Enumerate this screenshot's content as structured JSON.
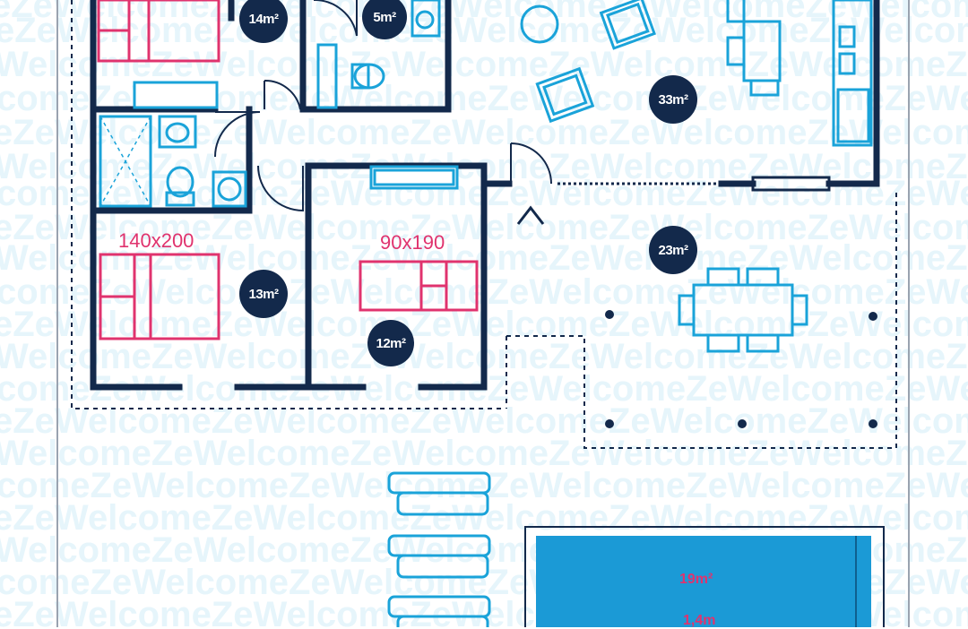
{
  "watermark": {
    "lines": [
      "eZeWelcomeZeWelcomeZeWelcomeZeWelcomeZeWelcomeZeWelcomeZe",
      "WelcomeZeWelcomeZeWelcomeZeWelcomeZeWelcomeZeWelcomeZeWel",
      "comeZeWelcomeZeWelcomeZeWelcomeZeWelcomeZeWelcomeZeWelcom"
    ]
  },
  "beds": {
    "room_13_bed": "140x200",
    "room_12_bed": "90x190"
  },
  "areas": {
    "bedroom_top": "14m²",
    "bathroom_top": "5m²",
    "living": "33m²",
    "dining": "23m²",
    "bedroom_left": "13m²",
    "bedroom_right": "12m²"
  },
  "pool": {
    "area": "19m²",
    "depth": "1,4m"
  },
  "colors": {
    "wall": "#13294b",
    "furniture": "#1aa3d9",
    "bed": "#e0336e",
    "pool": "#1b9ad6",
    "watermark": "#e6f5fb"
  }
}
